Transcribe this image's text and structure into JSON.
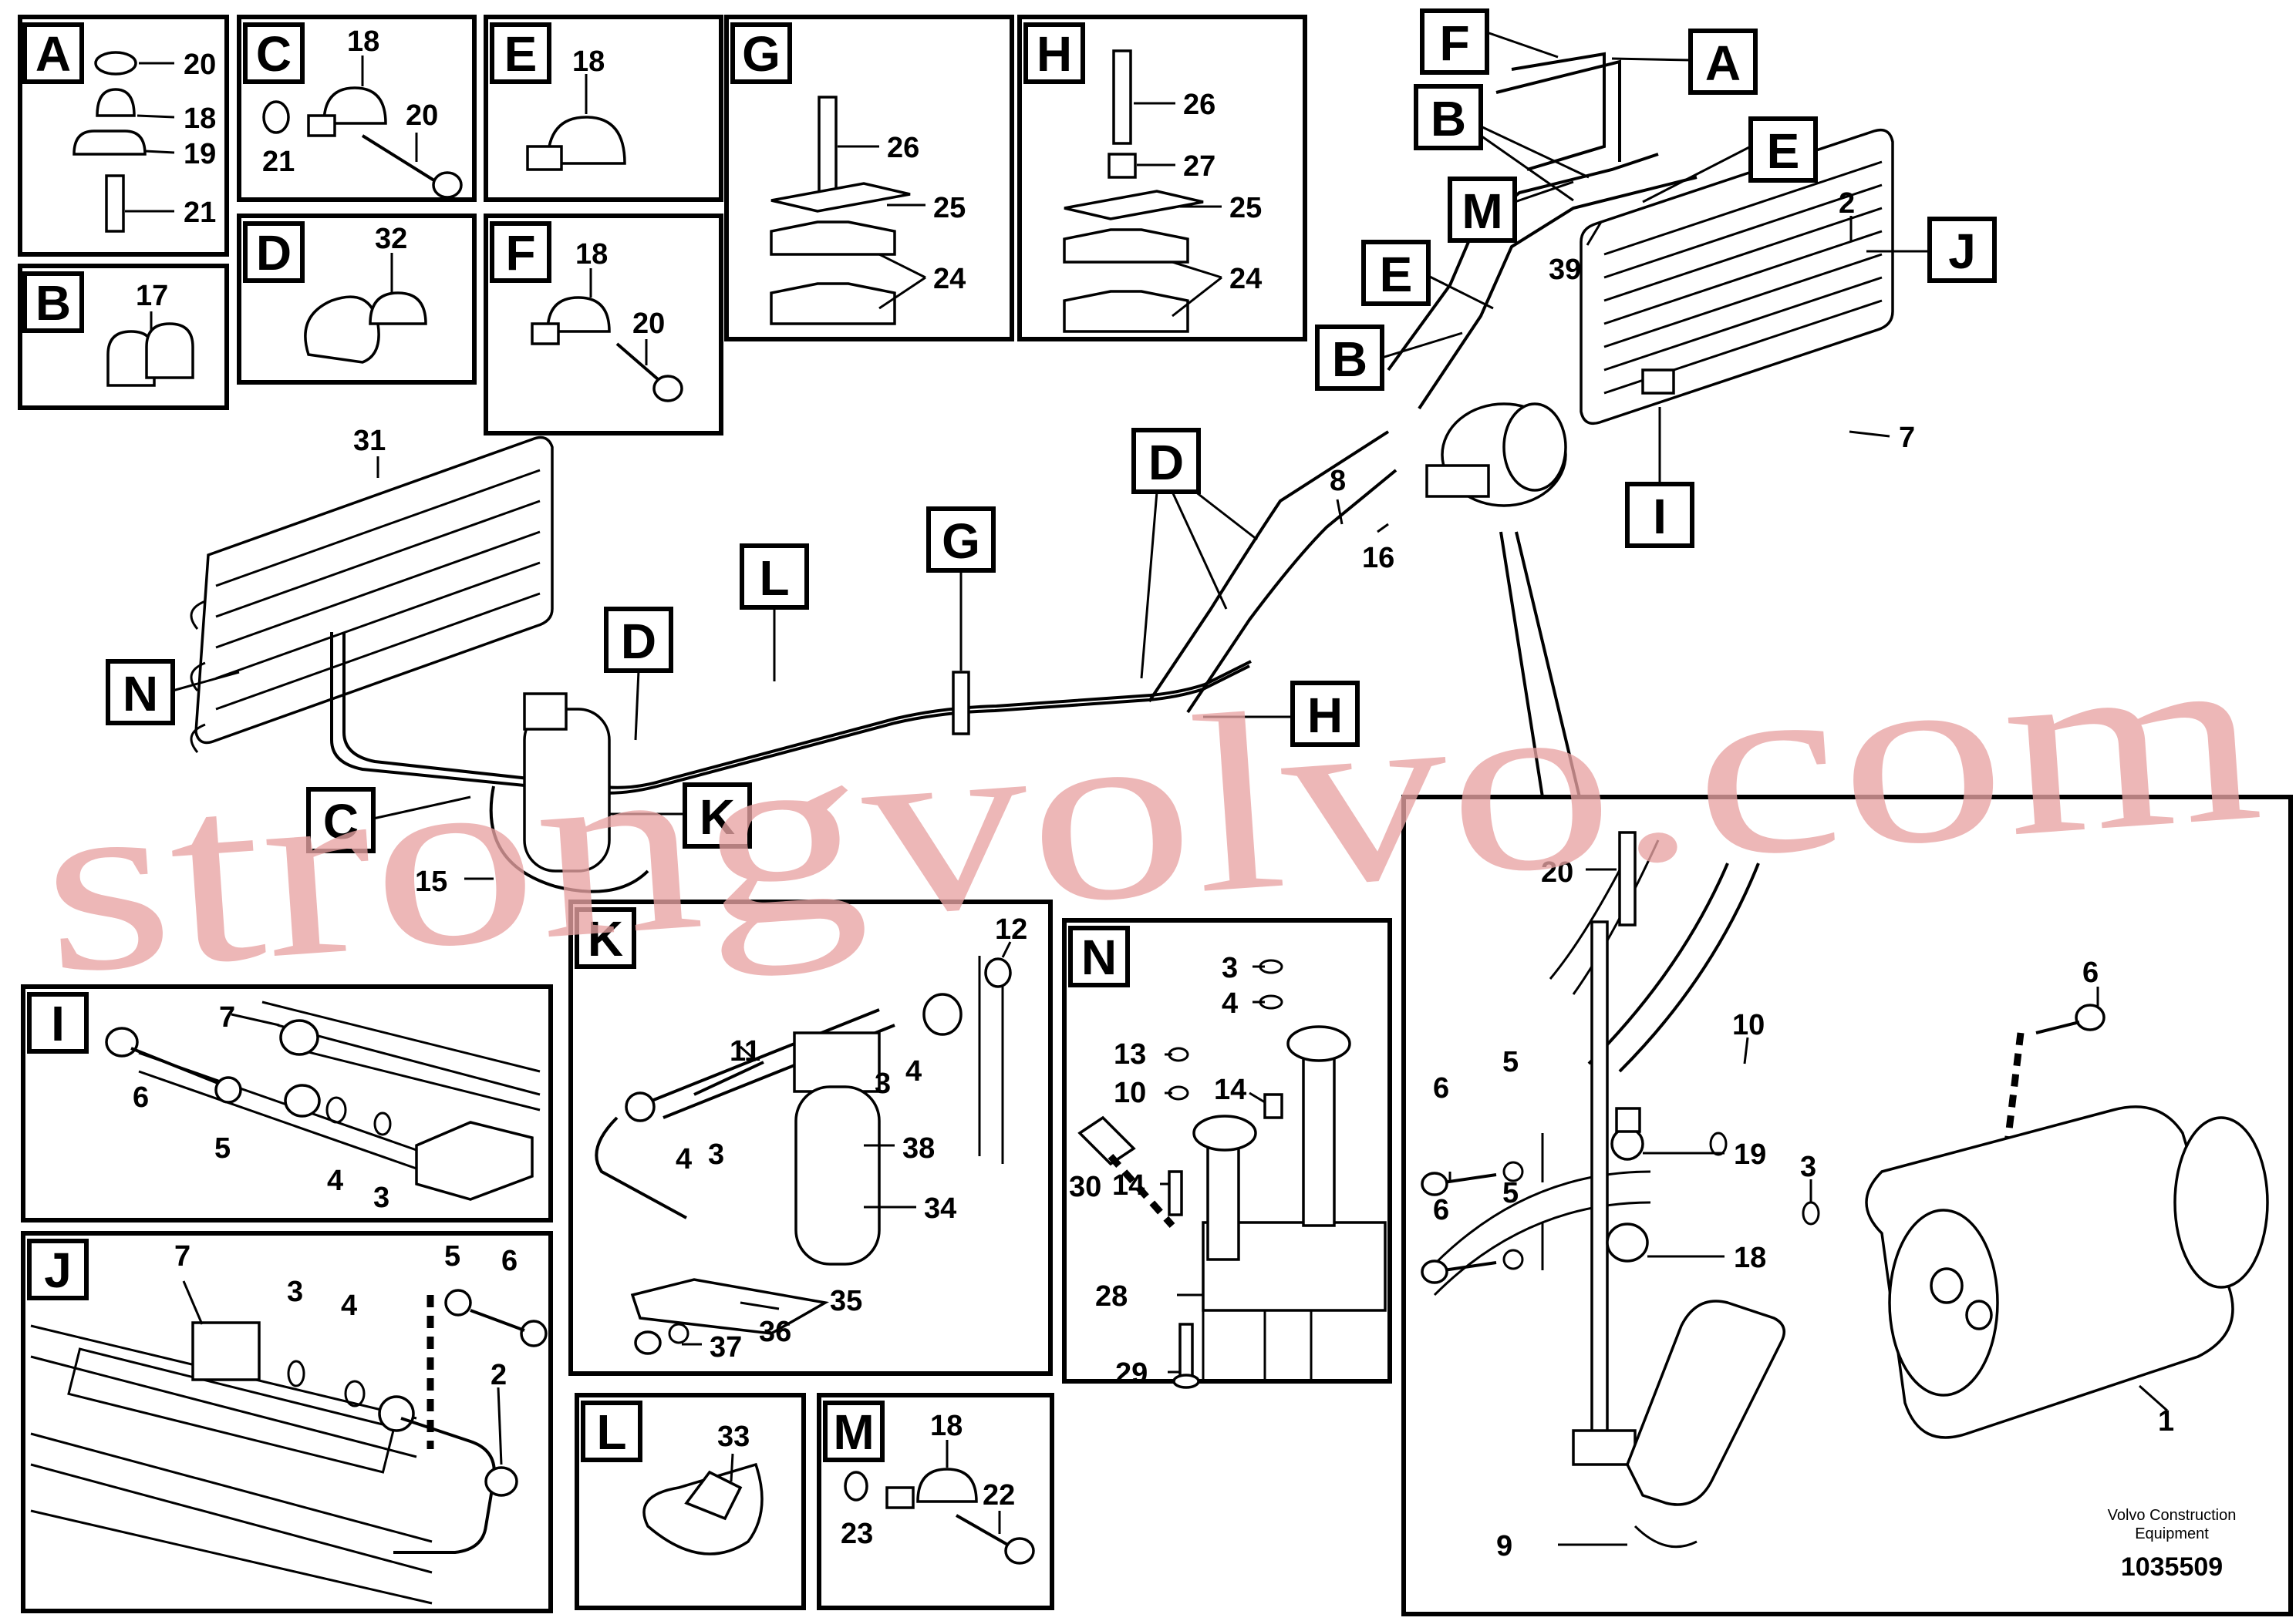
{
  "watermark": "strongvolvo.com",
  "credit": {
    "line1": "Volvo Construction",
    "line2": "Equipment",
    "doc_number": "1035509"
  },
  "callouts": {
    "A": "A",
    "B": "B",
    "C": "C",
    "D": "D",
    "E": "E",
    "F": "F",
    "G": "G",
    "H": "H",
    "I": "I",
    "J": "J",
    "K": "K",
    "L": "L",
    "M": "M",
    "N": "N"
  },
  "part_numbers": {
    "p1": "1",
    "p2": "2",
    "p3": "3",
    "p4": "4",
    "p5": "5",
    "p6": "6",
    "p7": "7",
    "p8": "8",
    "p9": "9",
    "p10": "10",
    "p11": "11",
    "p12": "12",
    "p13": "13",
    "p14": "14",
    "p15": "15",
    "p16": "16",
    "p17": "17",
    "p18": "18",
    "p19": "19",
    "p20": "20",
    "p21": "21",
    "p22": "22",
    "p23": "23",
    "p24": "24",
    "p25": "25",
    "p26": "26",
    "p27": "27",
    "p28": "28",
    "p29": "29",
    "p30": "30",
    "p31": "31",
    "p32": "32",
    "p33": "33",
    "p34": "34",
    "p35": "35",
    "p36": "36",
    "p37": "37",
    "p38": "38",
    "p39": "39"
  }
}
